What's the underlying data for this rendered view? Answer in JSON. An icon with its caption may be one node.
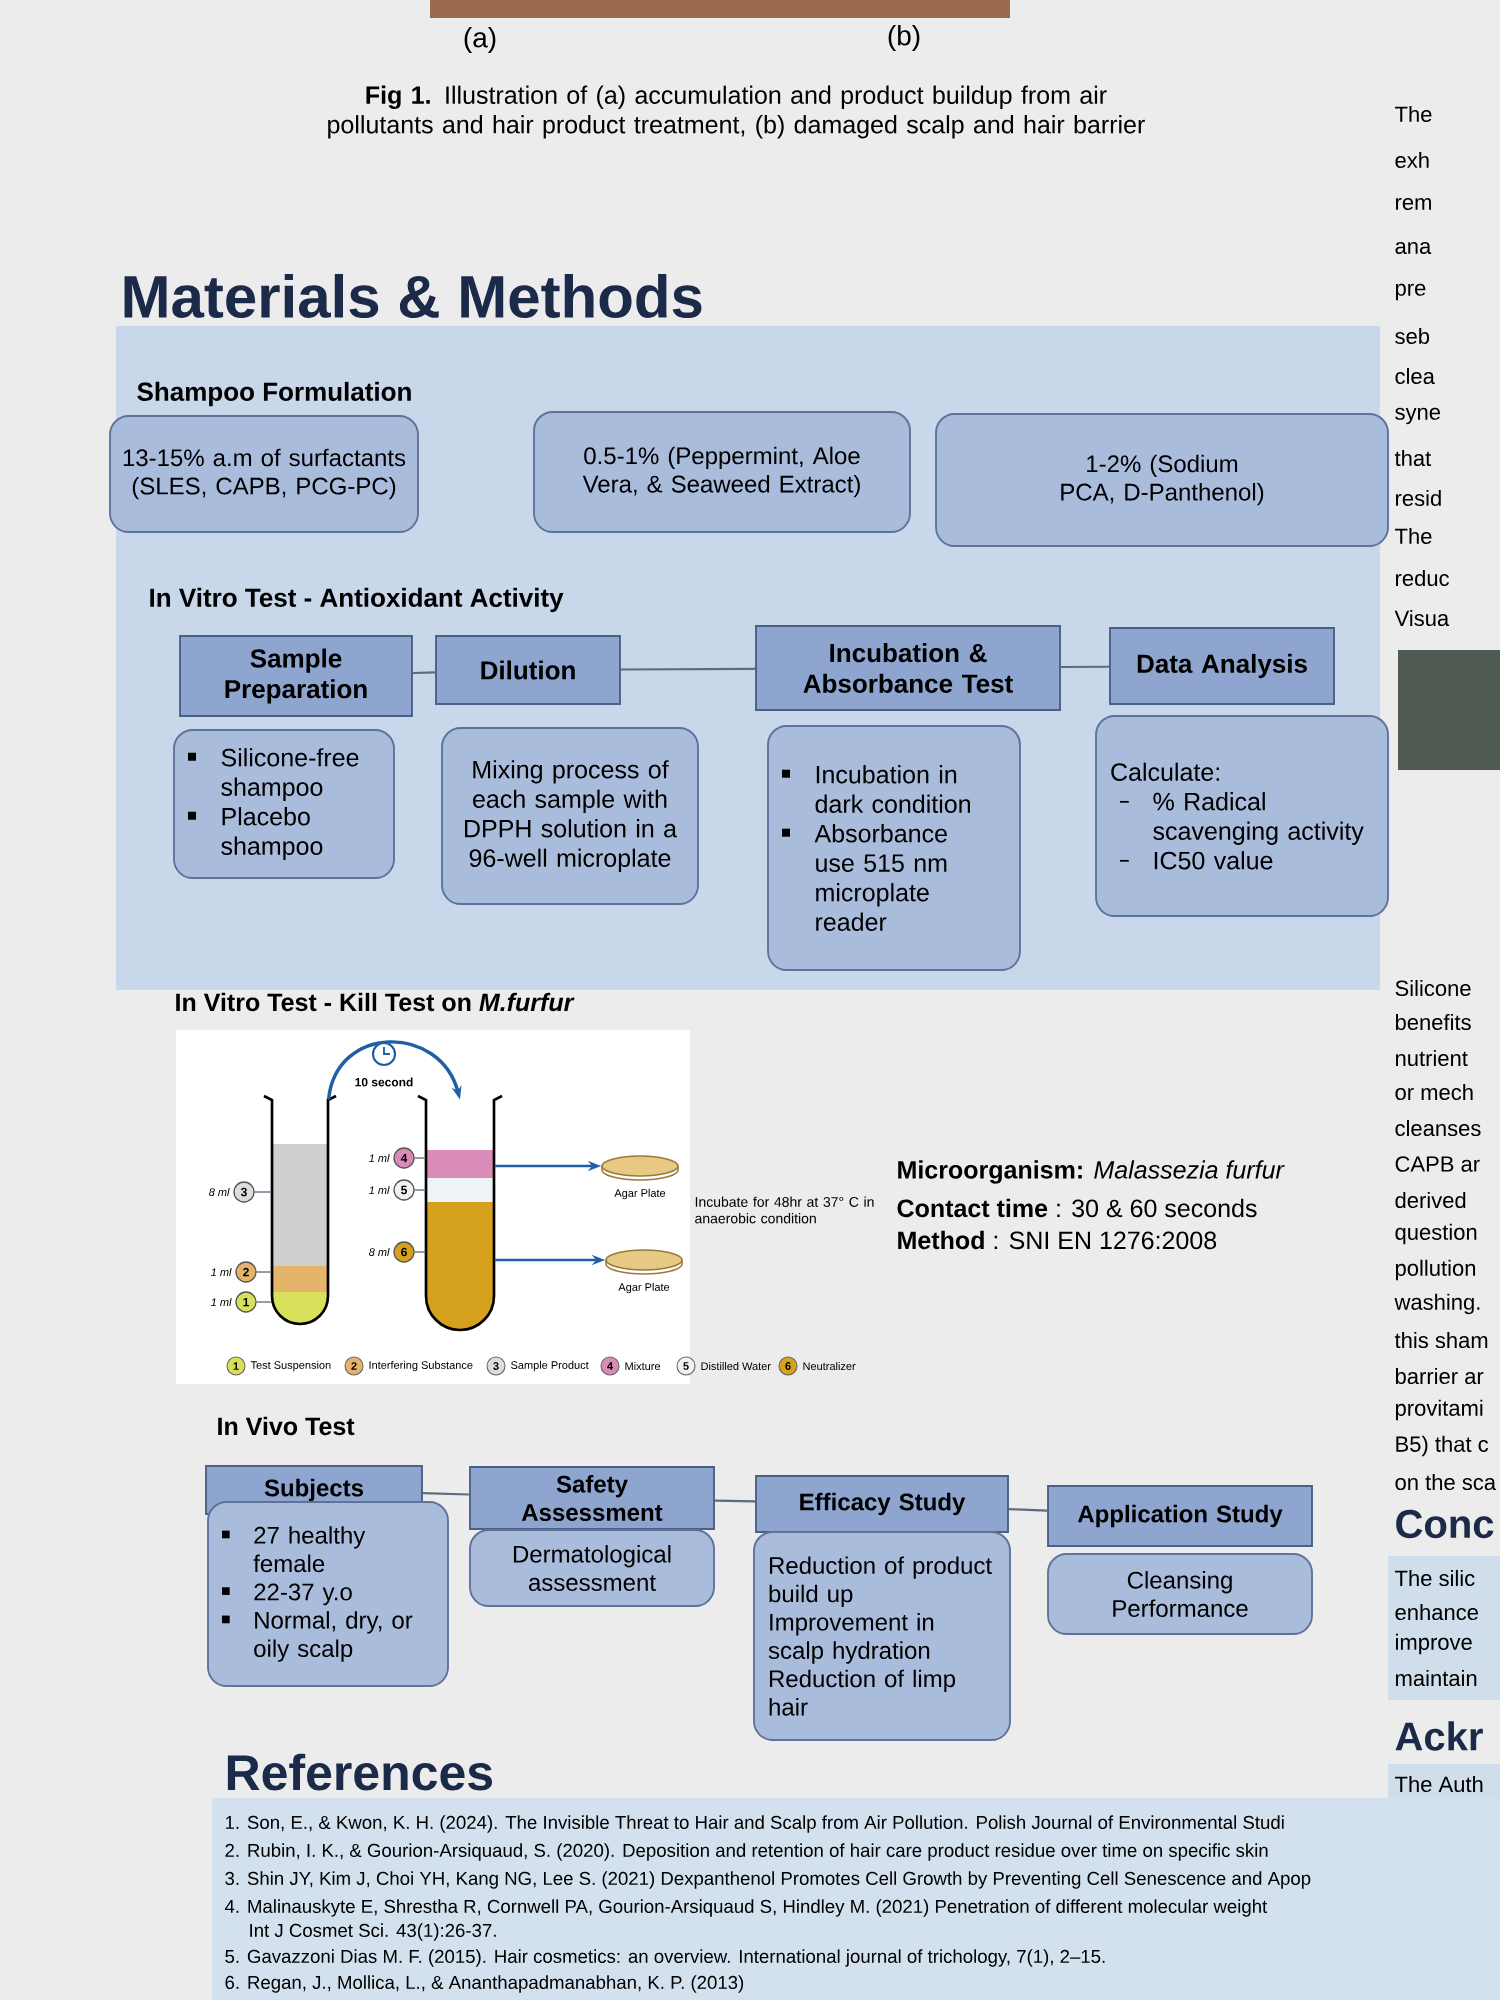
{
  "diagram": {
    "title": "Materials & Methods",
    "caption": "**Fig 1.** Illustration of (a) accumulation and product buildup from air pollutants and hair product treatment, (b) damaged scalp and hair barrier",
    "nodes": [
      {
        "text": [
          "13-15% a.m of surfactants (SLES, CAPB, PCG-PC)"
        ]
      },
      {
        "text": [
          "0.5-1% (Peppermint, Aloe Vera, & Seaweed Extract)"
        ]
      },
      {
        "text": [
          "1-2% (Sodium PCA, D-Panthenol)"
        ]
      },
      {
        "text": [
          "Sample Preparation"
        ]
      },
      {
        "text": [
          "Dilution"
        ]
      },
      {
        "text": [
          "Incubation & Absorbance Test"
        ]
      },
      {
        "text": [
          "Data Analysis"
        ]
      },
      {
        "text": [
          "Silicone-free shampoo",
          "Placebo shampoo"
        ]
      },
      {
        "text": [
          "Mixing process of each sample with DPPH solution in a 96-well microplate"
        ]
      },
      {
        "text": [
          "Incubation in dark condition",
          "Absorbance use 515 nm microplate reader"
        ]
      },
      {
        "text": [
          "Calculate:",
          "% Radical scavenging activity",
          "IC50 value"
        ]
      },
      {
        "text": [],
        "shape": "picture"
      },
      {
        "text": [],
        "shape": "picture"
      },
      {
        "text": [],
        "shape": "circle",
        "beside": [
          "Agar Plate"
        ]
      },
      {
        "text": [],
        "shape": "circle",
        "beside": [
          "Agar Plate"
        ]
      },
      {
        "text": [
          "Subjects"
        ]
      },
      {
        "text": [
          "Safety Assessment"
        ]
      },
      {
        "text": [
          "Efficacy Study"
        ]
      },
      {
        "text": [
          "Application Study"
        ]
      },
      {
        "text": [
          "27 healthy female",
          "22-37 y.o",
          "Normal, dry, or oily scalp"
        ]
      },
      {
        "text": [
          "Dermatological assessment"
        ]
      },
      {
        "text": [
          "Reduction of product build up",
          "Improvement in scalp hydration",
          "Reduction of limp hair"
        ]
      },
      {
        "text": [
          "Cleansing Performance"
        ]
      },
      {
        "text": [
          "3"
        ],
        "beside": [
          "8 ml"
        ]
      },
      {
        "text": [
          "2"
        ],
        "beside": [
          "1 ml"
        ]
      },
      {
        "text": [
          "1"
        ],
        "beside": [
          "1 ml"
        ]
      },
      {
        "text": [
          "4"
        ],
        "beside": [
          "1 ml"
        ]
      },
      {
        "text": [
          "5"
        ],
        "beside": [
          "1 ml"
        ]
      },
      {
        "text": [
          "6"
        ],
        "beside": [
          "8 ml"
        ]
      }
    ],
    "edges": [
      {
        "from": 3,
        "to": 4,
        "arrow": "none"
      },
      {
        "from": 4,
        "to": 5,
        "arrow": "none"
      },
      {
        "from": 5,
        "to": 6,
        "arrow": "none"
      },
      {
        "from": 11,
        "to": 12,
        "arrow": "to",
        "label": "10 second",
        "color": "#1f5fa8"
      },
      {
        "from": 12,
        "to": 13,
        "arrow": "to",
        "color": "#1f5fa8"
      },
      {
        "from": 12,
        "to": 14,
        "arrow": "to",
        "color": "#1f5fa8"
      },
      {
        "from": 15,
        "to": 16,
        "arrow": "none"
      },
      {
        "from": 16,
        "to": 17,
        "arrow": "none"
      },
      {
        "from": 17,
        "to": 18,
        "arrow": "none"
      },
      {
        "from": 23,
        "to": 11,
        "arrow": "none"
      },
      {
        "from": 24,
        "to": 11,
        "arrow": "none"
      },
      {
        "from": 25,
        "to": 11,
        "arrow": "none"
      },
      {
        "from": 26,
        "to": 12,
        "arrow": "none"
      },
      {
        "from": 27,
        "to": 12,
        "arrow": "none"
      },
      {
        "from": 28,
        "to": 12,
        "arrow": "none"
      }
    ],
    "labels": [
      "(a)",
      "(b)",
      "Shampoo Formulation",
      "In Vitro Test - Antioxidant Activity",
      "In Vitro Test - Kill Test on *M.furfur*",
      "1",
      "2",
      "3",
      "4",
      "5",
      "6",
      "Incubate for 48hr at 37° C in anaerobic condition",
      "**Microorganism:** *Malassezia furfur*",
      "**Contact time** : 30 & 60 seconds",
      "**Method** : SNI EN 1276:2008",
      "In Vivo Test",
      "References",
      "1. Son, E., & Kwon, K. H. (2024). The Invisible Threat to Hair and Scalp from Air Pollution. Polish Journal of Environmental Studi",
      "2. Rubin, I. K., & Gourion-Arsiquaud, S. (2020). Deposition and retention of hair care product residue over time on specific skin",
      "3. Shin JY, Kim J, Choi YH, Kang NG, Lee S. (2021) Dexpanthenol Promotes Cell Growth by Preventing Cell Senescence and Apop",
      "4. Malinauskyte E, Shrestha R, Cornwell PA, Gourion-Arsiquaud S, Hindley M. (2021) Penetration of different molecular weight",
      "Int J Cosmet Sci. 43(1):26-37.",
      "5. Gavazzoni Dias M. F. (2015). Hair cosmetics: an overview. International journal of trichology, 7(1), 2–15.",
      "6. Regan, J., Mollica, L., & Ananthapadmanabhan, K. P. (2013)",
      "The",
      "exh",
      "rem",
      "ana",
      "pre",
      "seb",
      "clea",
      "syne",
      "that",
      "resid",
      "The",
      "reduc",
      "Visua",
      "Silicone",
      "benefits",
      "nutrient",
      "or mech",
      "cleanses",
      "CAPB ar",
      "derived",
      "question",
      "pollution",
      "washing.",
      "this sham",
      "barrier ar",
      "provitami",
      "B5) that c",
      "on the sca",
      "Conc",
      "The silic",
      "enhance",
      "improve",
      "maintain",
      "Ackr",
      "The Auth"
    ],
    "legend": [
      {
        "text": "Test Suspension",
        "color": "#d8e05a"
      },
      {
        "text": "Interfering Substance",
        "color": "#e3b46a"
      },
      {
        "text": "Sample Product",
        "color": "#dddddd"
      },
      {
        "text": "Mixture",
        "color": "#d98cb8"
      },
      {
        "text": "Distilled Water",
        "color": "#f2f2f2"
      },
      {
        "text": "Neutralizer",
        "color": "#d6a21e"
      }
    ]
  }
}
